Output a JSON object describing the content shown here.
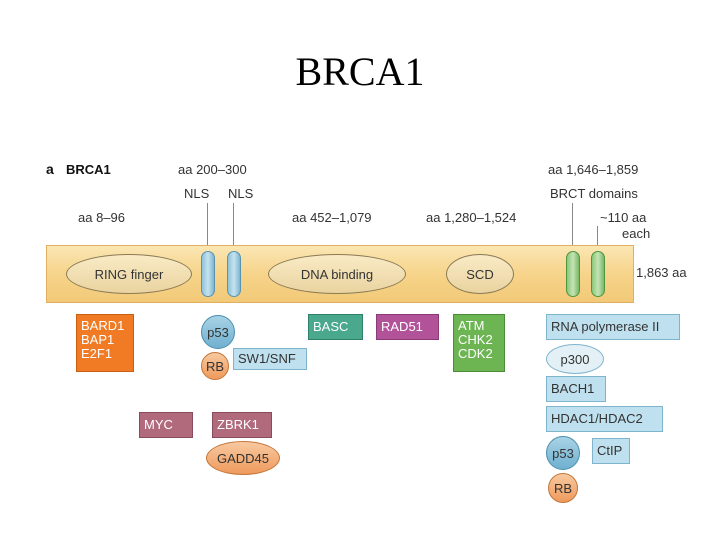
{
  "slide_title": "BRCA1",
  "panel": {
    "letter": "a",
    "protein": "BRCA1"
  },
  "annotations": {
    "aa_200_300": "aa 200–300",
    "nls_1": "NLS",
    "nls_2": "NLS",
    "aa_1646_1859": "aa 1,646–1,859",
    "brct_domains": "BRCT domains",
    "aa_8_96": "aa 8–96",
    "aa_452_1079": "aa 452–1,079",
    "aa_1280_1524": "aa 1,280–1,524",
    "approx_110_aa": "~110 aa",
    "each": "each",
    "length": "1,863 aa"
  },
  "domains": {
    "ring": "RING finger",
    "dna": "DNA binding",
    "scd": "SCD"
  },
  "partners": {
    "bard1_group": [
      "BARD1",
      "BAP1",
      "E2F1"
    ],
    "p53_left": "p53",
    "rb_left": "RB",
    "swi_snf": "SW1/SNF",
    "basc": "BASC",
    "rad51": "RAD51",
    "atm_group": [
      "ATM",
      "CHK2",
      "CDK2"
    ],
    "myc": "MYC",
    "zbrk1": "ZBRK1",
    "gadd45": "GADD45",
    "rna_pol": "RNA polymerase II",
    "p300": "p300",
    "bach1": "BACH1",
    "hdac": "HDAC1/HDAC2",
    "p53_right": "p53",
    "ctip": "CtIP",
    "rb_right": "RB"
  },
  "colors": {
    "bar": "#f6d48a",
    "orange": "#f07b24",
    "teal": "#4aa88c",
    "magenta": "#b2539a",
    "green": "#6cb552",
    "lightblue": "#bfe0ee",
    "mauve": "#b06a7c"
  }
}
